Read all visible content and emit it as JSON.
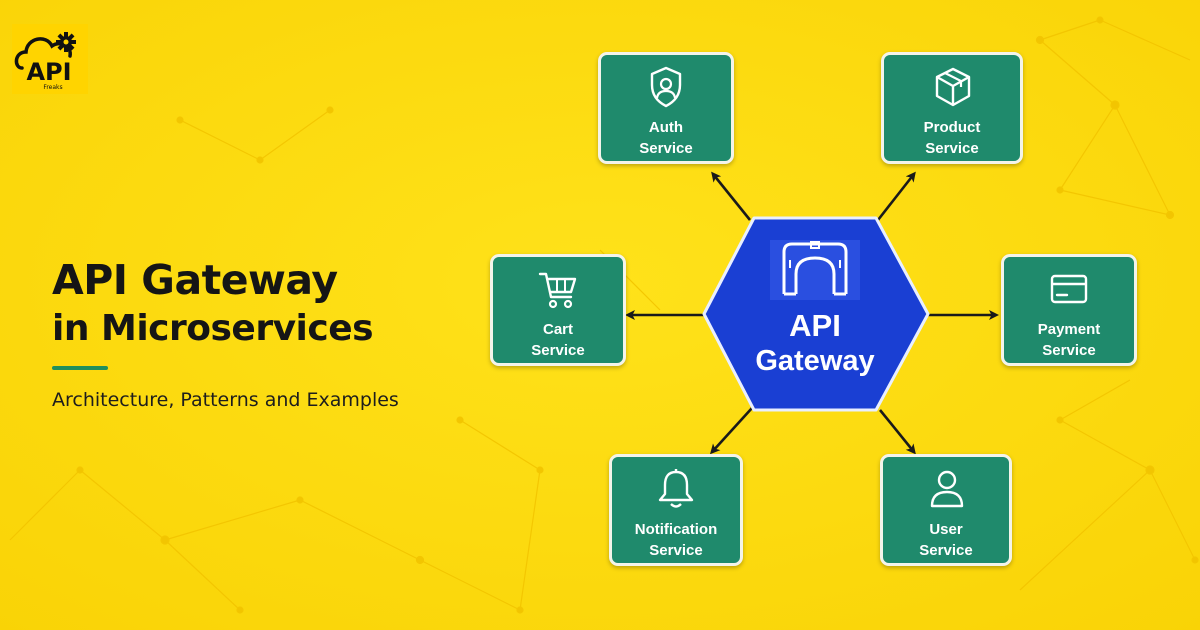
{
  "logo": {
    "text": "API",
    "subtext": "Freaks"
  },
  "title": {
    "line1": "API Gateway",
    "line2": "in Microservices"
  },
  "subtitle": "Architecture, Patterns and Examples",
  "gateway": {
    "line1": "API",
    "line2": "Gateway"
  },
  "services": [
    {
      "line1": "Auth",
      "line2": "Service",
      "icon": "shield-user-icon"
    },
    {
      "line1": "Product",
      "line2": "Service",
      "icon": "box-icon"
    },
    {
      "line1": "Cart",
      "line2": "Service",
      "icon": "cart-icon"
    },
    {
      "line1": "Payment",
      "line2": "Service",
      "icon": "card-icon"
    },
    {
      "line1": "Notification",
      "line2": "Service",
      "icon": "bell-icon"
    },
    {
      "line1": "User",
      "line2": "Service",
      "icon": "user-icon"
    }
  ],
  "colors": {
    "background": "#fbd80b",
    "service_box": "#1f8a6c",
    "gateway": "#1a3fd3",
    "accent_rule": "#1f8f5c",
    "text": "#151515"
  }
}
